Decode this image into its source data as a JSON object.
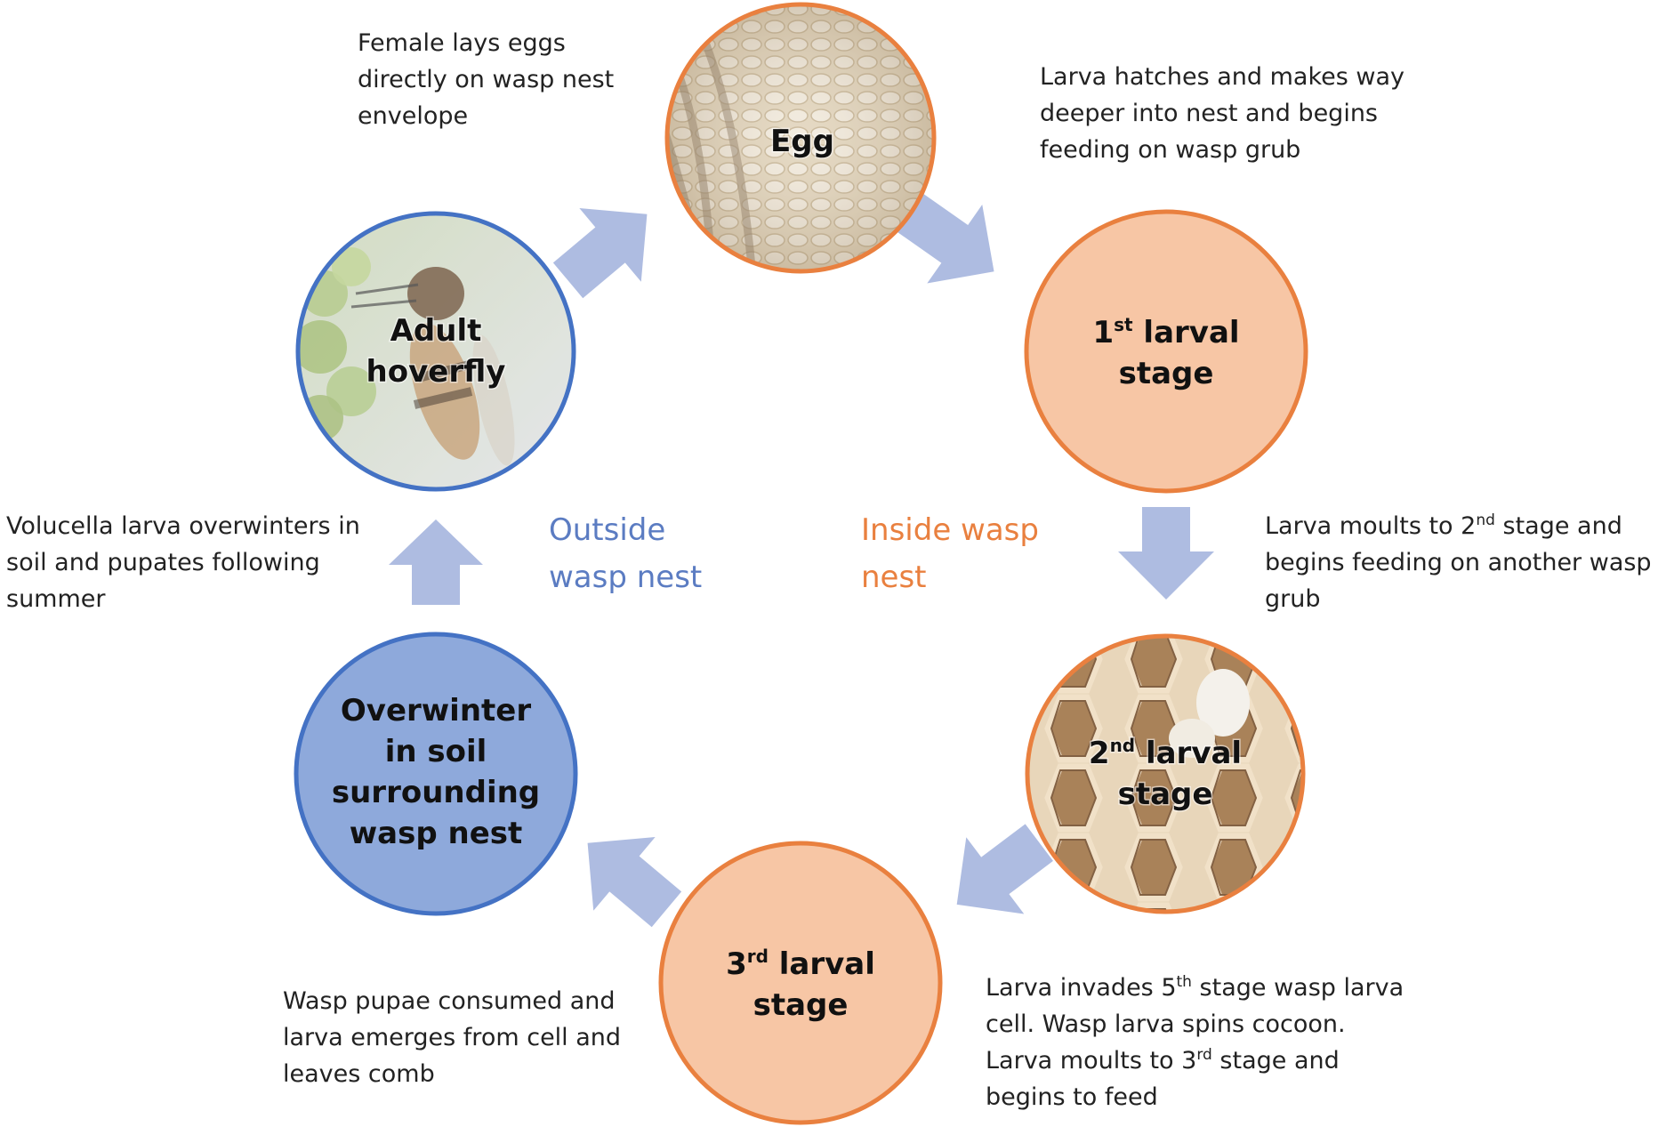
{
  "colors": {
    "orange": "#E9803F",
    "orange_fill": "#F7C6A5",
    "blue": "#4472C4",
    "blue_fill": "#8EA9DB",
    "arrow": "#AEBCE1",
    "outside_text": "#5B7CC2",
    "inside_text": "#E9803F"
  },
  "stages": {
    "egg": {
      "title": "Egg",
      "image": "egg-mass-photo"
    },
    "larva1": {
      "title_sup_base": "1",
      "title_sup": "st",
      "title_rest": " larval",
      "line2": "stage"
    },
    "larva2": {
      "title_sup_base": "2",
      "title_sup": "nd",
      "title_rest": " larval",
      "line2": "stage",
      "image": "honeycomb-photo"
    },
    "larva3": {
      "title_sup_base": "3",
      "title_sup": "rd",
      "title_rest": " larval",
      "line2": "stage"
    },
    "overwinter": {
      "lines": [
        "Overwinter",
        "in soil",
        "surrounding",
        "wasp nest"
      ]
    },
    "adult": {
      "lines": [
        "Adult",
        "hoverfly"
      ],
      "image": "hoverfly-photo"
    }
  },
  "descriptions": {
    "egg": [
      "Female lays eggs",
      "directly on wasp nest",
      "envelope"
    ],
    "hatch": [
      "Larva hatches and makes way",
      "deeper into nest and begins",
      "feeding on wasp grub"
    ],
    "moult2": {
      "line1_pre": "Larva moults to 2",
      "line1_sup": "nd",
      "line1_post": " stage and",
      "line2": "begins feeding on another wasp",
      "line3": "grub"
    },
    "invade": {
      "line1_pre": "Larva invades 5",
      "line1_sup": "th",
      "line1_post": " stage wasp larva",
      "line2": "cell. Wasp larva spins cocoon.",
      "line3_pre": "Larva moults to 3",
      "line3_sup": "rd",
      "line3_post": " stage and",
      "line4": "begins to feed"
    },
    "pupae": [
      "Wasp pupae consumed and",
      "larva emerges from cell and",
      "leaves comb"
    ],
    "overwinter": [
      "Volucella larva overwinters in",
      "soil and pupates following",
      "summer"
    ]
  },
  "regions": {
    "outside": [
      "Outside",
      "wasp nest"
    ],
    "inside": [
      "Inside wasp",
      "nest"
    ]
  }
}
